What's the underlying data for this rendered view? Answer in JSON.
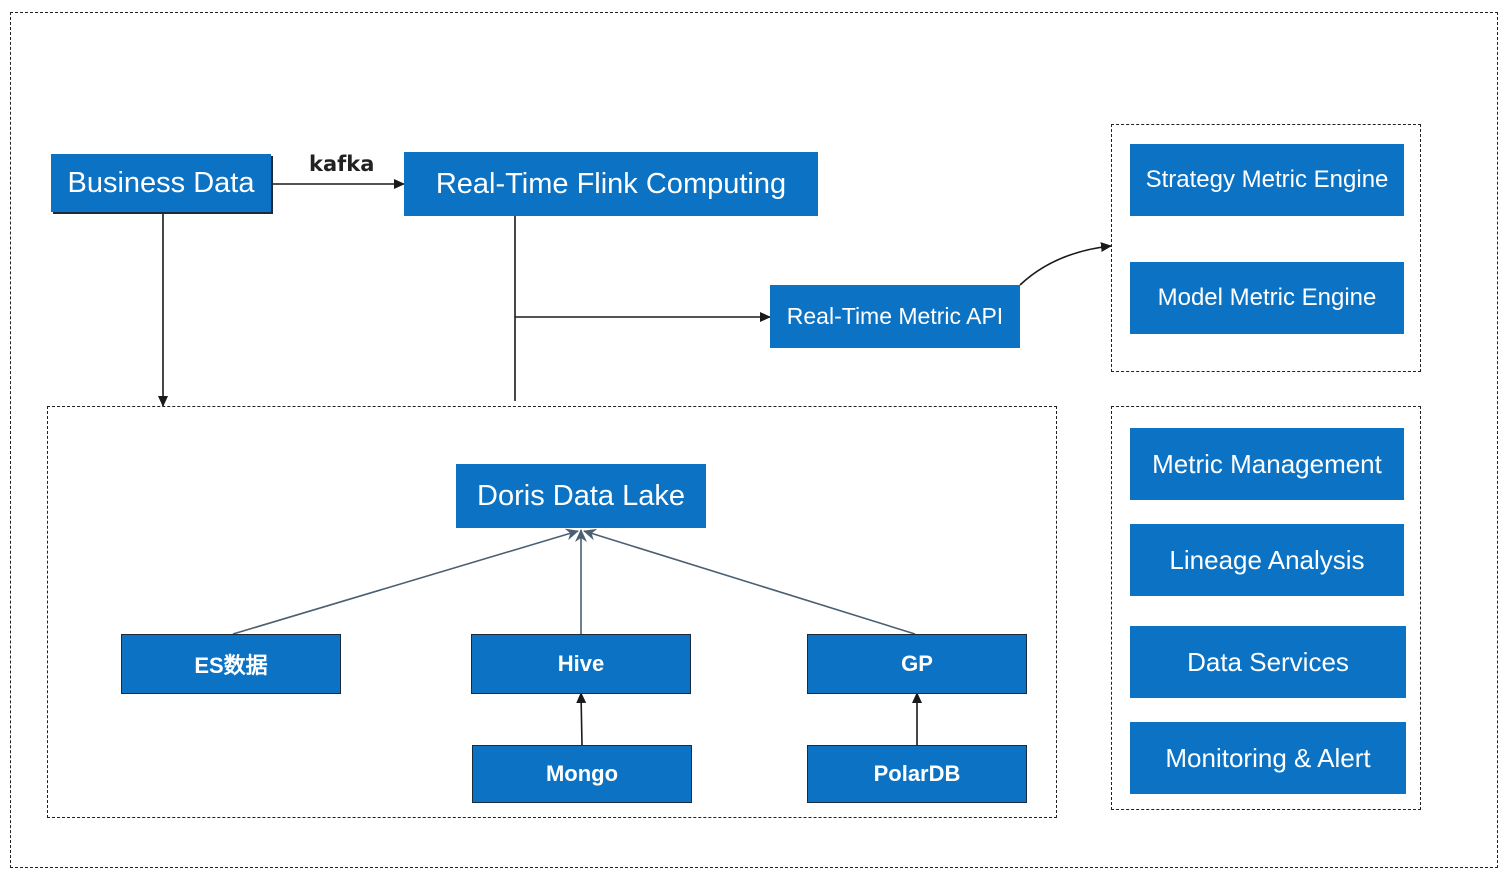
{
  "diagram": {
    "sources": {
      "business_data": "Business Data",
      "edge_label": "kafka"
    },
    "compute": {
      "flink": "Real-Time Flink Computing",
      "metric_api": "Real-Time Metric API"
    },
    "engines": {
      "strategy": "Strategy Metric Engine",
      "model": "Model Metric Engine"
    },
    "platform": {
      "metric_management": "Metric Management",
      "lineage_analysis": "Lineage Analysis",
      "data_services": "Data Services",
      "monitoring_alert": "Monitoring & Alert"
    },
    "lake": {
      "doris": "Doris Data Lake",
      "es": "ES数据",
      "hive": "Hive",
      "gp": "GP",
      "mongo": "Mongo",
      "polardb": "PolarDB"
    }
  },
  "colors": {
    "box_fill": "#0b72c4",
    "box_text": "#ffffff",
    "line": "#1a1a1a",
    "lake_arrow": "#4a6072"
  }
}
